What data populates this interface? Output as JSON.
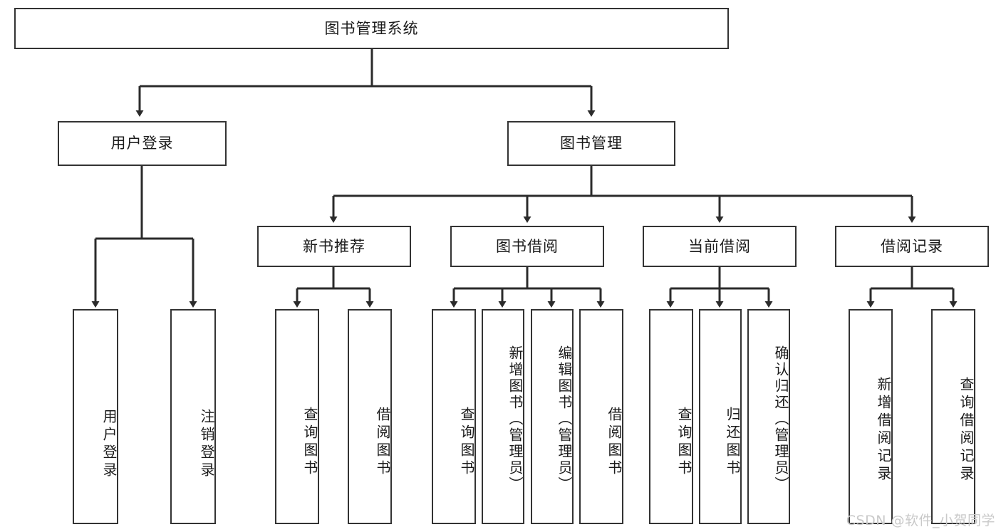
{
  "diagram": {
    "type": "tree",
    "title": "图书管理系统",
    "root": {
      "id": "root",
      "label": "图书管理系统"
    },
    "level2": [
      {
        "id": "user-login",
        "label": "用户登录"
      },
      {
        "id": "book-manage",
        "label": "图书管理"
      }
    ],
    "level3": [
      {
        "id": "new-book-rec",
        "label": "新书推荐",
        "parent": "book-manage"
      },
      {
        "id": "book-borrow",
        "label": "图书借阅",
        "parent": "book-manage"
      },
      {
        "id": "current-borrow",
        "label": "当前借阅",
        "parent": "book-manage"
      },
      {
        "id": "borrow-record",
        "label": "借阅记录",
        "parent": "book-manage"
      }
    ],
    "leaves": [
      {
        "id": "leaf-user-login",
        "label": "用户登录",
        "parent": "user-login"
      },
      {
        "id": "leaf-user-logout",
        "label": "注销登录",
        "parent": "user-login"
      },
      {
        "id": "leaf-query-book-1",
        "label": "查询图书",
        "parent": "new-book-rec"
      },
      {
        "id": "leaf-borrow-book-1",
        "label": "借阅图书",
        "parent": "new-book-rec"
      },
      {
        "id": "leaf-query-book-2",
        "label": "查询图书",
        "parent": "book-borrow"
      },
      {
        "id": "leaf-add-book",
        "label": "新增图书（管理员）",
        "parent": "book-borrow"
      },
      {
        "id": "leaf-edit-book",
        "label": "编辑图书（管理员）",
        "parent": "book-borrow"
      },
      {
        "id": "leaf-borrow-book-2",
        "label": "借阅图书",
        "parent": "book-borrow"
      },
      {
        "id": "leaf-query-book-3",
        "label": "查询图书",
        "parent": "current-borrow"
      },
      {
        "id": "leaf-return-book",
        "label": "归还图书",
        "parent": "current-borrow"
      },
      {
        "id": "leaf-confirm-return",
        "label": "确认归还（管理员）",
        "parent": "current-borrow"
      },
      {
        "id": "leaf-add-record",
        "label": "新增借阅记录",
        "parent": "borrow-record"
      },
      {
        "id": "leaf-query-record",
        "label": "查询借阅记录",
        "parent": "borrow-record"
      }
    ],
    "colors": {
      "border": "#333333",
      "background": "#ffffff",
      "text": "#1b1b1b",
      "watermark": "#c9c9c9"
    }
  },
  "watermark": {
    "text": "CSDN @软件_小贺同学"
  }
}
